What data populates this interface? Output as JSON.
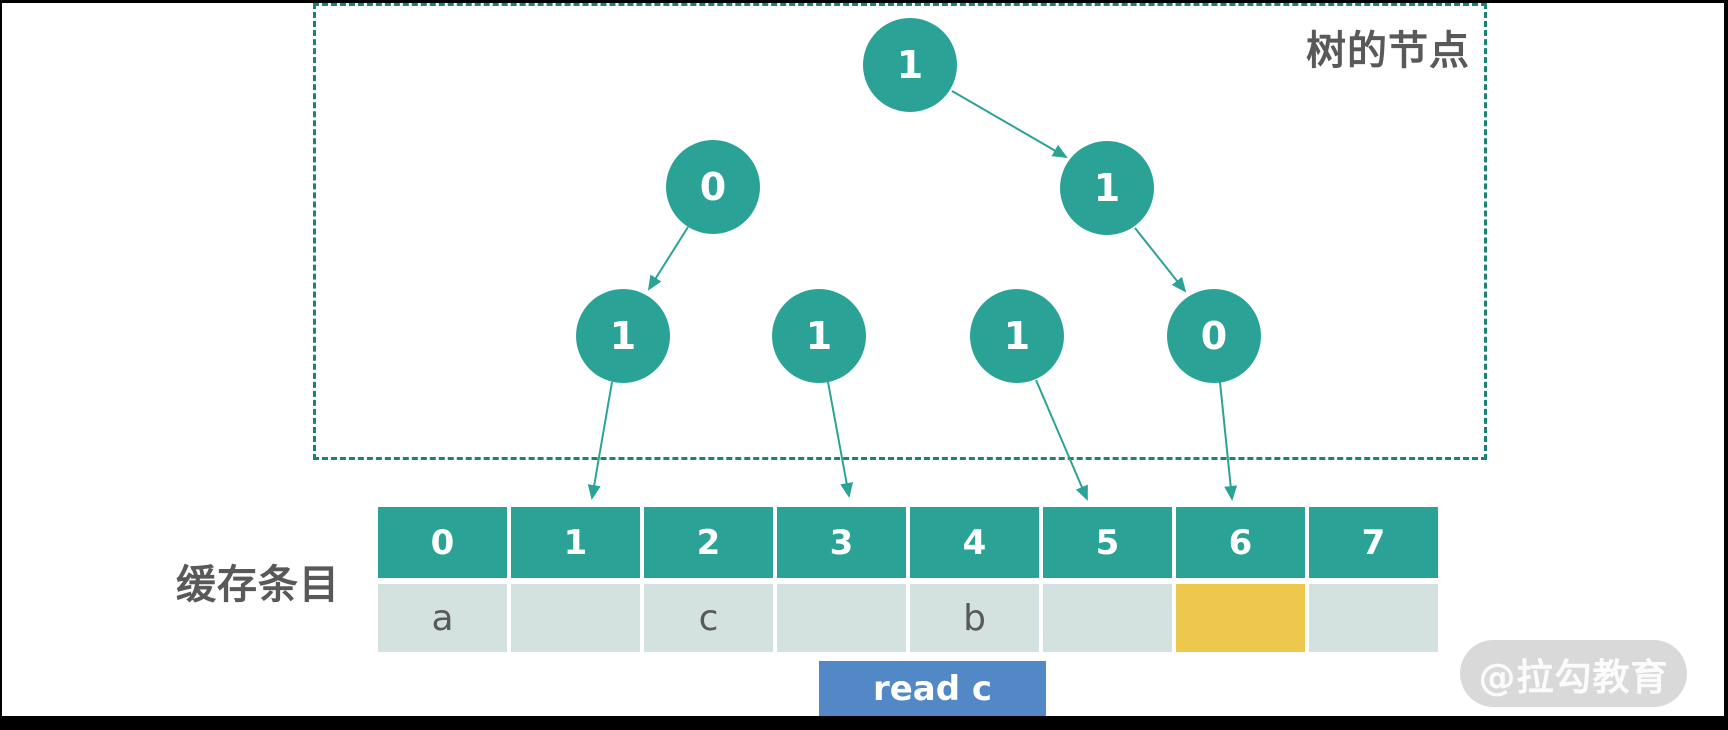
{
  "labels": {
    "tree_group": "树的节点",
    "cache_entries": "缓存条目"
  },
  "tree": {
    "nodes": [
      {
        "id": "root",
        "value": "1"
      },
      {
        "id": "left",
        "value": "0"
      },
      {
        "id": "right",
        "value": "1"
      },
      {
        "id": "leaf-0",
        "value": "1"
      },
      {
        "id": "leaf-1",
        "value": "1"
      },
      {
        "id": "leaf-2",
        "value": "1"
      },
      {
        "id": "leaf-3",
        "value": "0"
      }
    ],
    "edges": [
      "root->right",
      "left->leaf-0",
      "right->leaf-3",
      "leaf-0->cell-1",
      "leaf-1->cell-3",
      "leaf-2->cell-5",
      "leaf-3->cell-6"
    ]
  },
  "cache": {
    "headers": [
      "0",
      "1",
      "2",
      "3",
      "4",
      "5",
      "6",
      "7"
    ],
    "values": [
      "a",
      "",
      "c",
      "",
      "b",
      "",
      "",
      ""
    ],
    "highlighted_index": 6
  },
  "action_button": {
    "label": "read c"
  },
  "watermark": {
    "text": "@拉勾教育"
  },
  "colors": {
    "node_teal": "#2aa396",
    "border_teal": "#1b8276",
    "cell_light": "#d3e2de",
    "highlight_yellow": "#edc84c",
    "button_blue": "#5288c6",
    "text_gray": "#595959",
    "watermark_gray": "#d9d9d9"
  }
}
